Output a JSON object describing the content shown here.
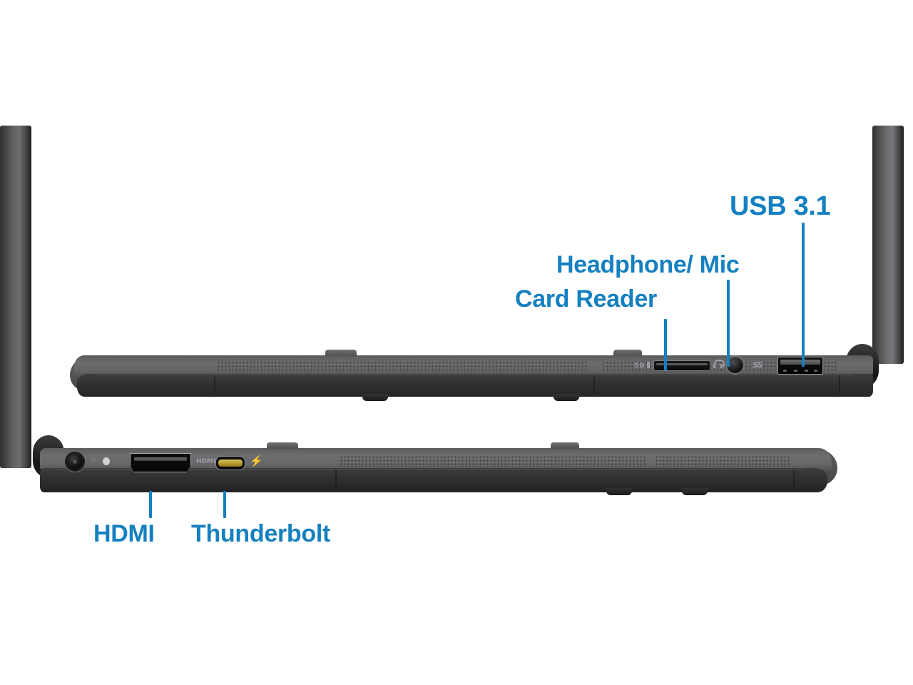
{
  "image": {
    "subject": "Laptop side profiles showing port layout",
    "background_color": "#ffffff",
    "annotation_color": "#1580c0",
    "chassis_color": "#5f6163"
  },
  "annotations": [
    {
      "id": "usb31",
      "label": "USB 3.1",
      "leader": "vertical"
    },
    {
      "id": "headphonemic",
      "label": "Headphone/ Mic",
      "leader": "vertical"
    },
    {
      "id": "cardreader",
      "label": "Card Reader",
      "leader": "vertical"
    },
    {
      "id": "hdmi",
      "label": "HDMI",
      "leader": "vertical"
    },
    {
      "id": "thunderbolt",
      "label": "Thunderbolt",
      "leader": "vertical"
    }
  ],
  "top_unit": {
    "description": "right side edge of laptop",
    "ports": [
      {
        "name": "card-reader-port",
        "marking": "SD"
      },
      {
        "name": "headphone-mic-jack",
        "marking": "headphone-icon"
      },
      {
        "name": "usb-a-port",
        "marking": "SS"
      }
    ]
  },
  "bottom_unit": {
    "description": "left side edge of laptop",
    "ports": [
      {
        "name": "dc-power-jack",
        "marking": ""
      },
      {
        "name": "power-led-indicator",
        "marking": ""
      },
      {
        "name": "battery-led-indicator",
        "marking": ""
      },
      {
        "name": "hdmi-port",
        "marking": "HDMI"
      },
      {
        "name": "usb-c-thunderbolt-port",
        "marking": "thunderbolt-bolt-icon"
      }
    ]
  },
  "markings": {
    "sd": "SD",
    "ss": "SS",
    "hdmi": "HDMI",
    "bolt": "⚡"
  }
}
